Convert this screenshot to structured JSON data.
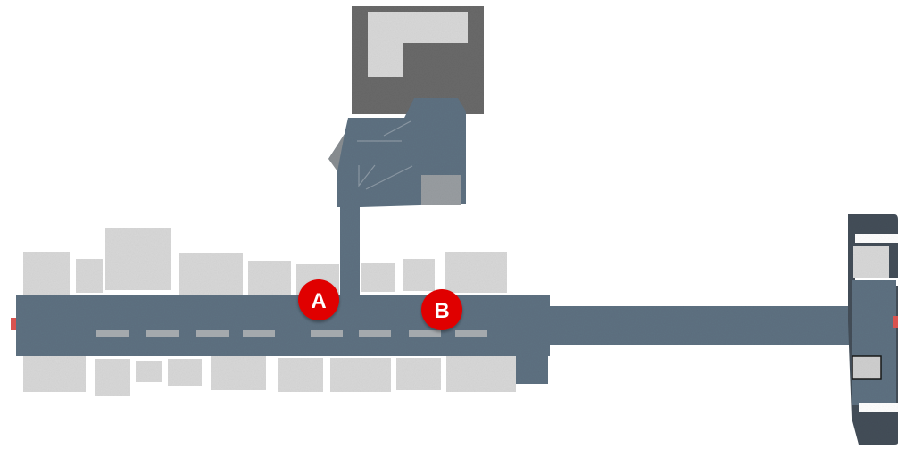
{
  "map": {
    "colors": {
      "road": "#5f7282",
      "road_dark": "#52606c",
      "building": "#d9d9d9",
      "building_dark": "#6b6b6b",
      "marking": "#a4a9ad",
      "door": "#d9534f",
      "marker": "#e00000",
      "marker_text": "#ffffff"
    },
    "markers": [
      {
        "id": "a",
        "label": "A"
      },
      {
        "id": "b",
        "label": "B"
      }
    ]
  }
}
